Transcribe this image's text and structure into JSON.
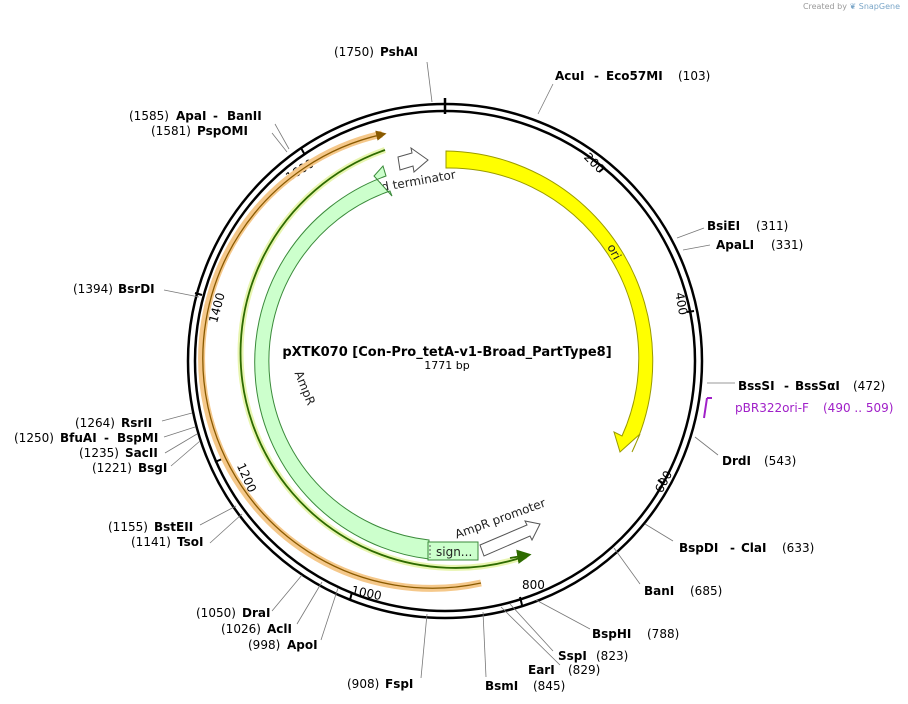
{
  "credit": {
    "prefix": "Created by",
    "brand": "SnapGene"
  },
  "plasmid": {
    "name": "pXTK070 [Con-Pro_tetA-v1-Broad_PartType8]",
    "length": "1771 bp"
  },
  "ticks": [
    "200",
    "400",
    "600",
    "800",
    "1000",
    "1200",
    "1400",
    "1600"
  ],
  "features": {
    "ori": "ori",
    "fd_terminator": "fd terminator",
    "ampr": "AmpR",
    "ampr_promoter": "AmpR promoter",
    "signal": "sign..."
  },
  "primer": {
    "name": "pBR322ori-F",
    "range": "(490 .. 509)",
    "color": "#a020c8"
  },
  "colors": {
    "ori": "#ffff00",
    "ampr": "#ccffcc",
    "primer_arc": "#f5c88a",
    "marker": "#2e6b00"
  },
  "sites": [
    {
      "num": "(1750)",
      "name": "PshAI"
    },
    {
      "name": "AcuI",
      "sep": "-",
      "name2": "Eco57MI",
      "num": "(103)"
    },
    {
      "num": "(1585)",
      "name": "ApaI",
      "sep": "-",
      "name2": "BanII"
    },
    {
      "num": "(1581)",
      "name": "PspOMI"
    },
    {
      "name": "BsiEI",
      "num": "(311)"
    },
    {
      "name": "ApaLI",
      "num": "(331)"
    },
    {
      "num": "(1394)",
      "name": "BsrDI"
    },
    {
      "name": "BssSI",
      "sep": "-",
      "name2": "BssSαI",
      "num": "(472)"
    },
    {
      "name": "DrdI",
      "num": "(543)"
    },
    {
      "num": "(1264)",
      "name": "RsrII"
    },
    {
      "num": "(1250)",
      "name": "BfuAI",
      "sep": "-",
      "name2": "BspMI"
    },
    {
      "num": "(1235)",
      "name": "SacII"
    },
    {
      "num": "(1221)",
      "name": "BsgI"
    },
    {
      "name": "BspDI",
      "sep": "-",
      "name2": "ClaI",
      "num": "(633)"
    },
    {
      "num": "(1155)",
      "name": "BstEII"
    },
    {
      "num": "(1141)",
      "name": "TsoI"
    },
    {
      "name": "BanI",
      "num": "(685)"
    },
    {
      "name": "BspHI",
      "num": "(788)"
    },
    {
      "num": "(1050)",
      "name": "DraI"
    },
    {
      "num": "(1026)",
      "name": "AclI"
    },
    {
      "name": "SspI",
      "num": "(823)"
    },
    {
      "num": "(998)",
      "name": "ApoI"
    },
    {
      "name": "EarI",
      "num": "(829)"
    },
    {
      "num": "(908)",
      "name": "FspI"
    },
    {
      "name": "BsmI",
      "num": "(845)"
    }
  ]
}
